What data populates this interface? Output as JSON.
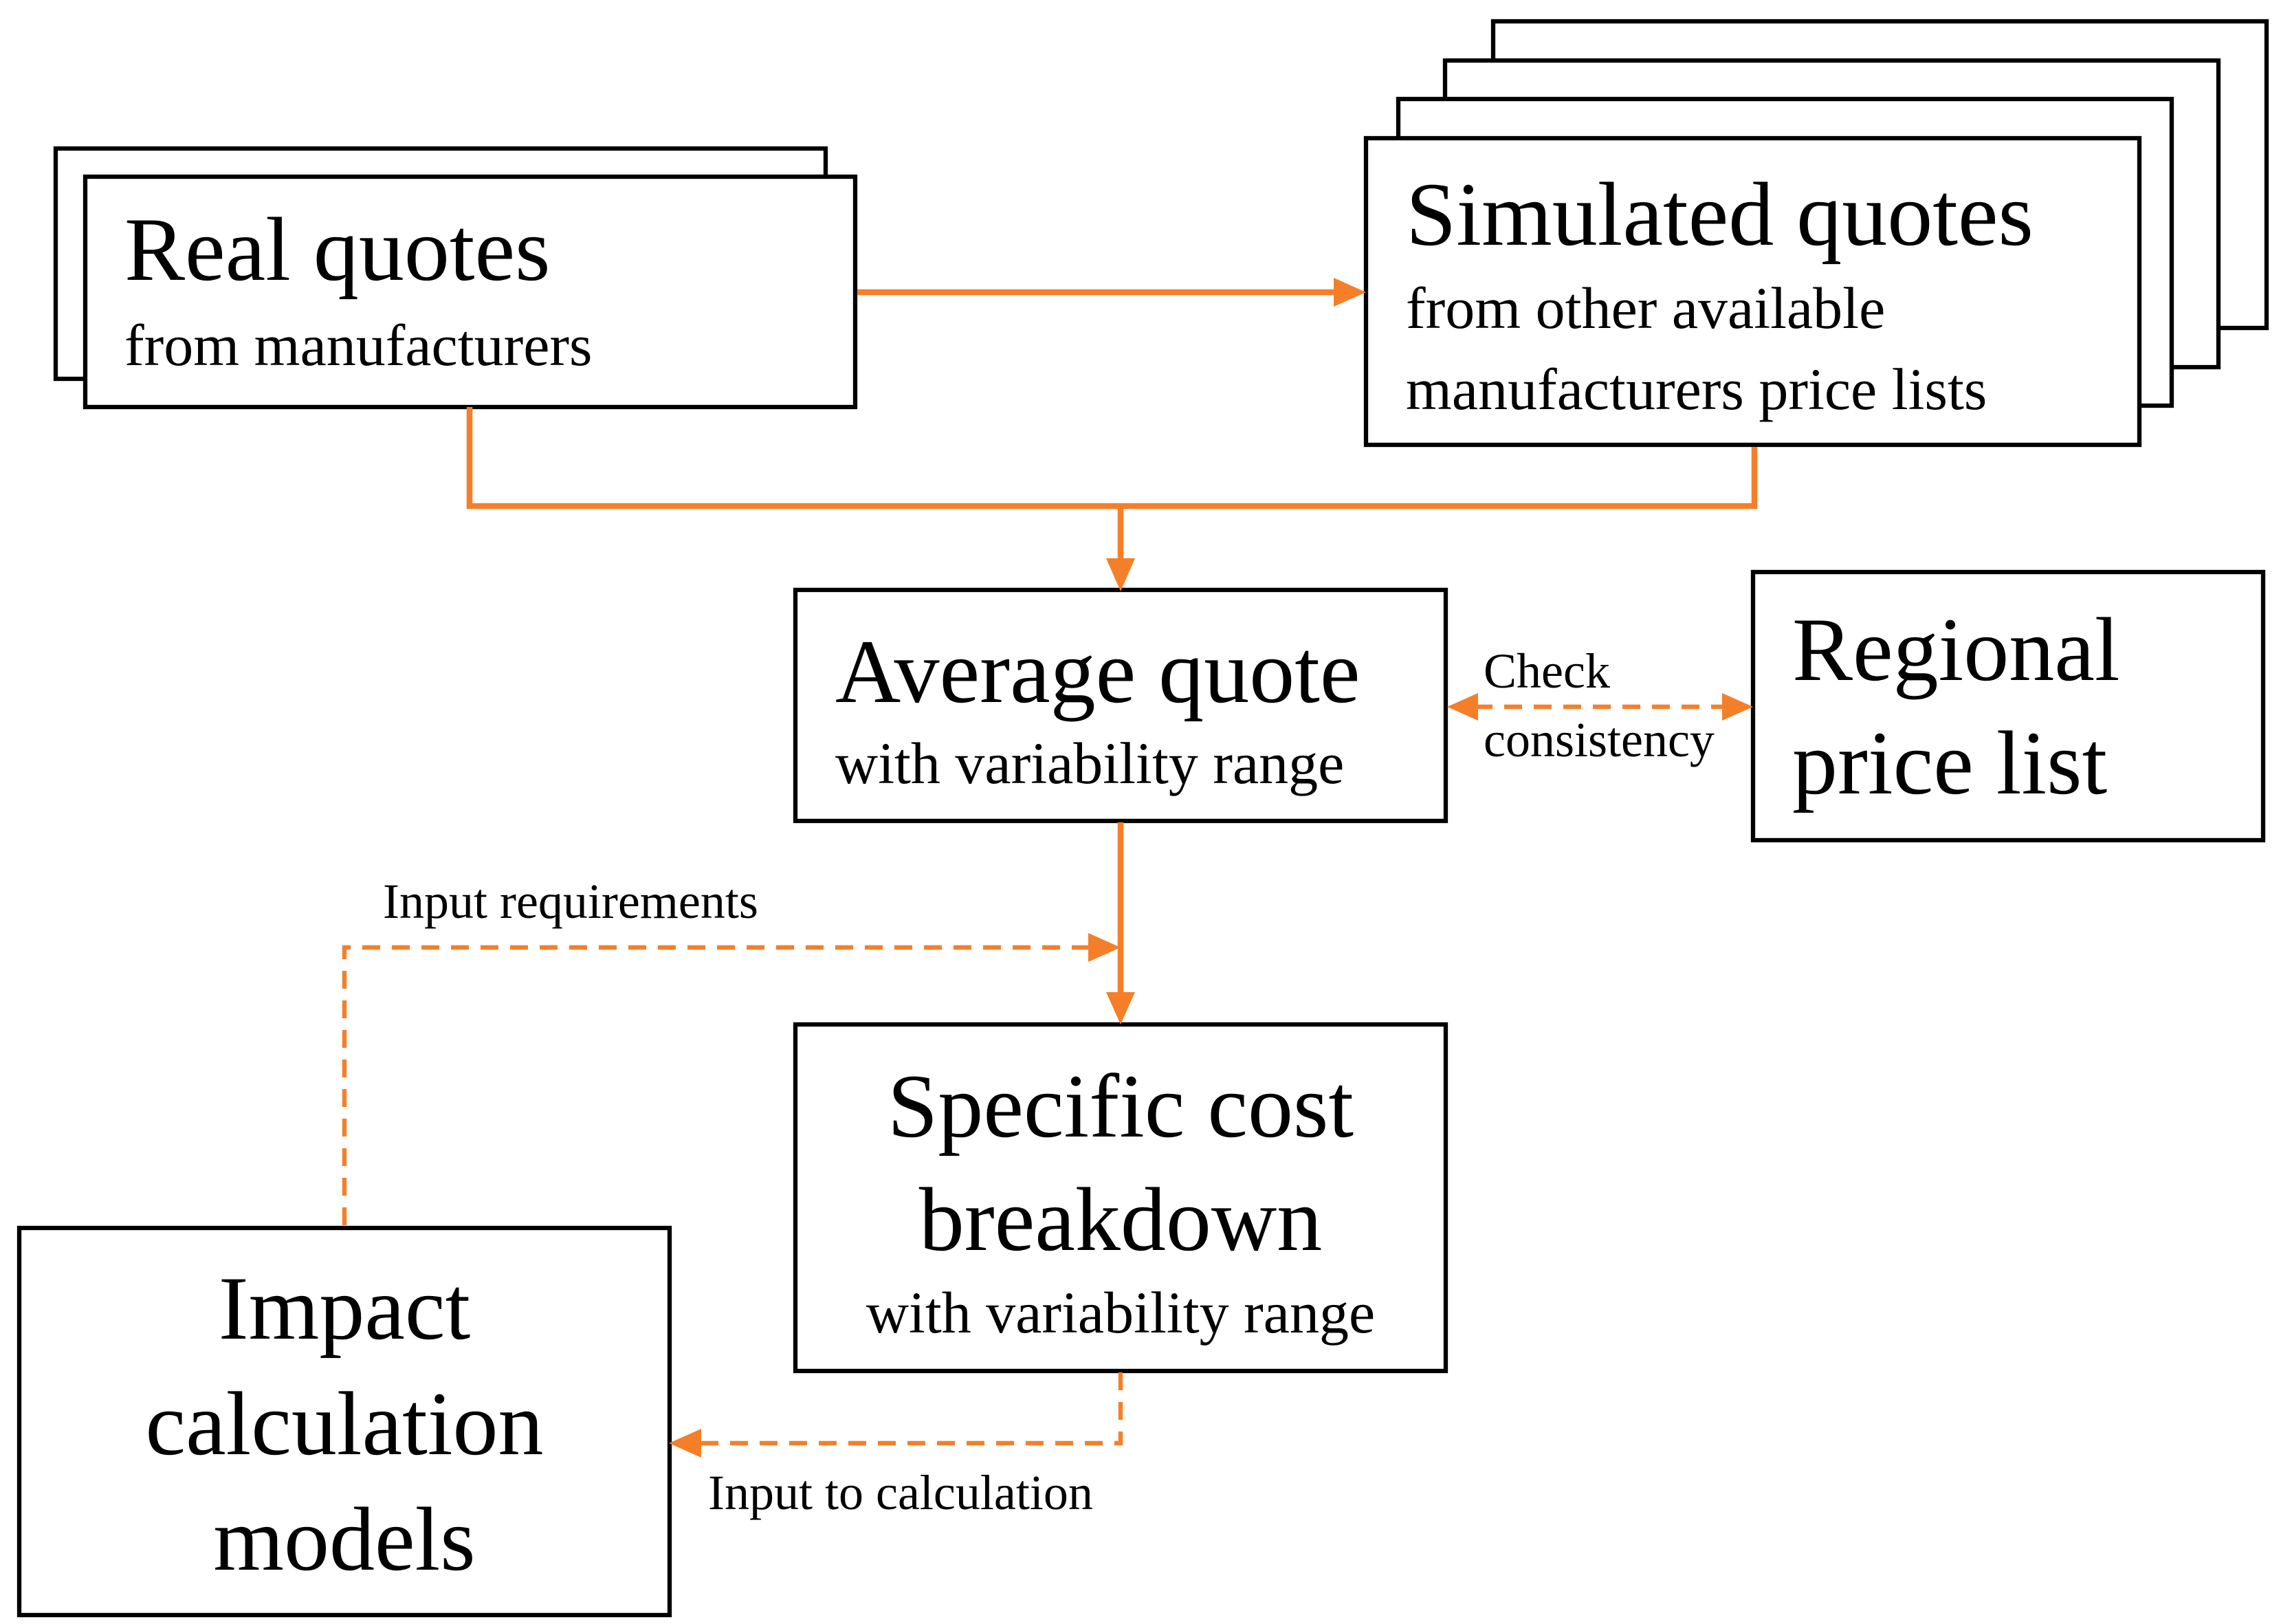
{
  "colors": {
    "accent": "#F57F29",
    "box_stroke": "#000000"
  },
  "nodes": {
    "real_quotes": {
      "title": "Real quotes",
      "subtitle": "from manufacturers"
    },
    "simulated_quotes": {
      "title": "Simulated quotes",
      "subtitle_line1": "from other available",
      "subtitle_line2": "manufacturers price lists"
    },
    "average_quote": {
      "title": "Average quote",
      "subtitle": "with variability range"
    },
    "regional_price_list": {
      "title_line1": "Regional",
      "title_line2": "price list"
    },
    "specific_cost": {
      "title_line1": "Specific cost",
      "title_line2": "breakdown",
      "subtitle": "with variability range"
    },
    "impact_models": {
      "title_line1": "Impact",
      "title_line2": "calculation",
      "title_line3": "models"
    }
  },
  "edge_labels": {
    "check_line1": "Check",
    "check_line2": "consistency",
    "input_requirements": "Input requirements",
    "input_to_calculation": "Input to calculation"
  }
}
